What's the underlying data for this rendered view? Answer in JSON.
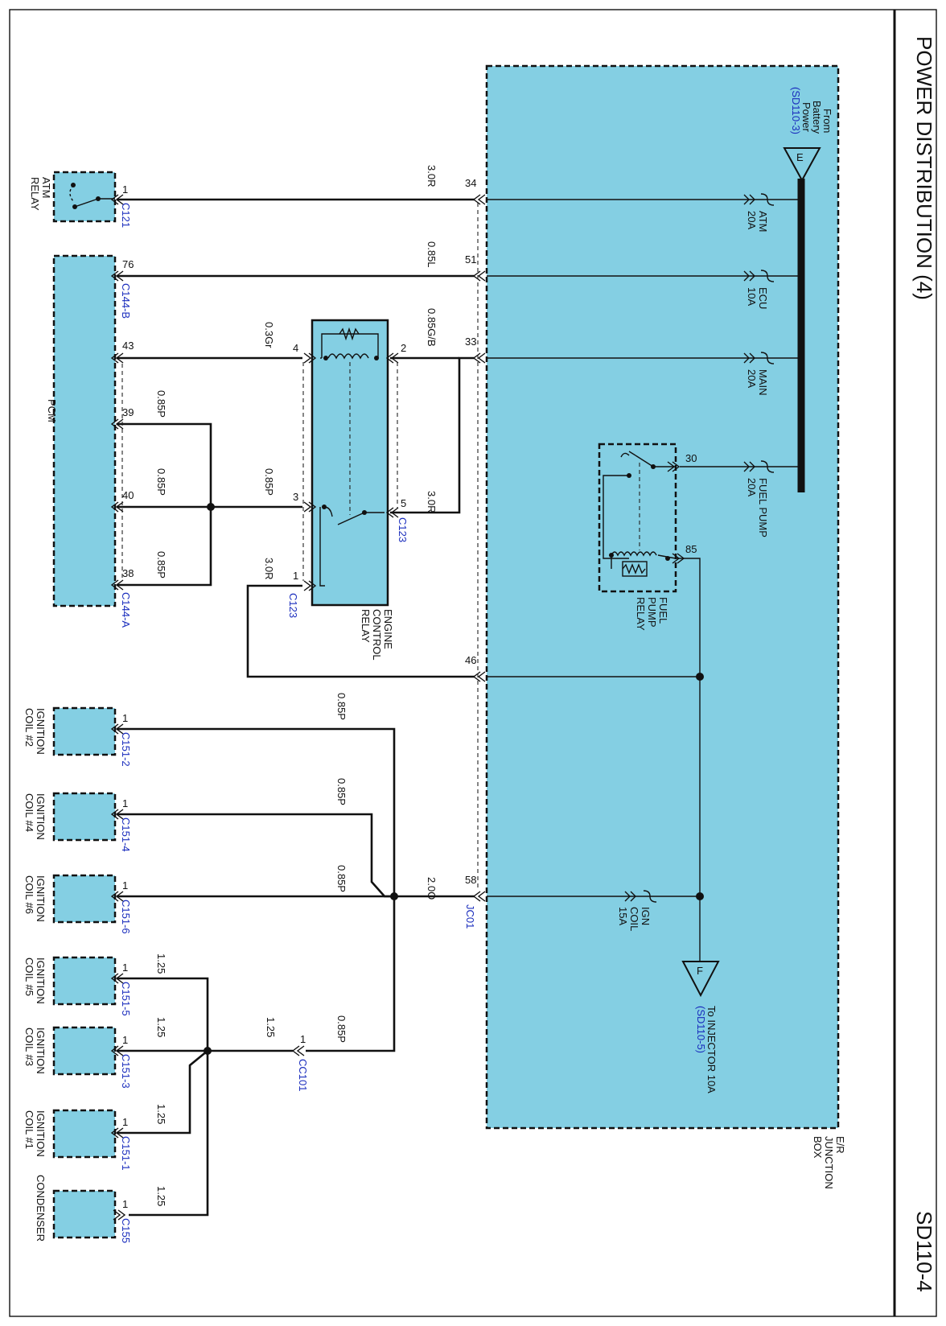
{
  "header": {
    "title": "POWER DISTRIBUTION (4)",
    "page_id": "SD110-4"
  },
  "junction_box": {
    "label": [
      "E/R",
      "JUNCTION",
      "BOX"
    ]
  },
  "from_battery": {
    "letter": "E",
    "text": [
      "From",
      "Battery",
      "Power"
    ],
    "ref": "(SD110-3)"
  },
  "to_injector": {
    "letter": "F",
    "text": "To INJECTOR 10A",
    "ref": "(SD110-5)"
  },
  "fuses": [
    {
      "name": "ATM",
      "rating": "20A"
    },
    {
      "name": "ECU",
      "rating": "10A"
    },
    {
      "name": "MAIN",
      "rating": "20A"
    },
    {
      "name": "FUEL PUMP",
      "rating": "20A"
    },
    {
      "name": "IGN COIL",
      "rating": "15A"
    }
  ],
  "fuel_pump_relay": {
    "label": [
      "FUEL",
      "PUMP",
      "RELAY"
    ],
    "pins": [
      "30",
      "85"
    ]
  },
  "engine_control_relay": {
    "label": [
      "ENGINE",
      "CONTROL",
      "RELAY"
    ],
    "pins": [
      "4",
      "2",
      "3",
      "5",
      "1"
    ],
    "connector": "C123"
  },
  "jb_pins": [
    "34",
    "51",
    "33",
    "46",
    "58"
  ],
  "jb_connector": "JC01",
  "wires": [
    "3.0R",
    "0.85L",
    "0.85G/B",
    "0.3Gr",
    "0.85P",
    "3.0R",
    "3.0R",
    "2.0O",
    "1.25"
  ],
  "components": {
    "atm_relay": {
      "label": [
        "ATM",
        "RELAY"
      ],
      "pin": "1",
      "connector": "C121"
    },
    "pcm": {
      "label": "PCM",
      "pins": [
        "76",
        "43",
        "39",
        "40",
        "38"
      ],
      "connector_b": "C144-B",
      "connector_a": "C144-A"
    },
    "coils": [
      {
        "label": [
          "IGNITION",
          "COIL #2"
        ],
        "pin": "1",
        "connector": "C151-2"
      },
      {
        "label": [
          "IGNITION",
          "COIL #4"
        ],
        "pin": "1",
        "connector": "C151-4"
      },
      {
        "label": [
          "IGNITION",
          "COIL #6"
        ],
        "pin": "1",
        "connector": "C151-6"
      },
      {
        "label": [
          "IGNITION",
          "COIL #5"
        ],
        "pin": "1",
        "connector": "C151-5"
      },
      {
        "label": [
          "IGNITION",
          "COIL #3"
        ],
        "pin": "1",
        "connector": "C151-3"
      },
      {
        "label": [
          "IGNITION",
          "COIL #1"
        ],
        "pin": "1",
        "connector": "C151-1"
      }
    ],
    "condenser": {
      "label": "CONDENSER",
      "pin": "1",
      "connector": "C155"
    },
    "cc101": {
      "pin": "1",
      "connector": "CC101"
    }
  },
  "colors": {
    "box_fill": "#84cfe3",
    "ref_text": "#1a2dbd",
    "wire": "#111111"
  }
}
